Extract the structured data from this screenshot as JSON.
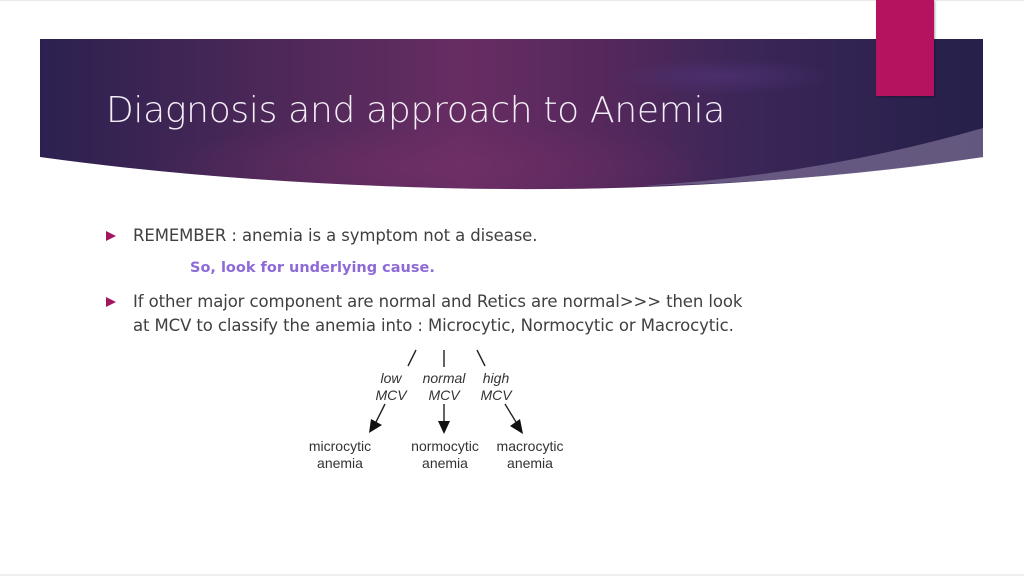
{
  "slide": {
    "title": "Diagnosis and approach to Anemia",
    "colors": {
      "accent": "#b5135f",
      "bullet": "#a3175e",
      "highlight": "#8e6ad7",
      "banner_dark": "#2a2150",
      "banner_mid": "#6a2c66",
      "body_text": "#404040"
    },
    "bullets": [
      {
        "text": "REMEMBER : anemia is a symptom not a disease."
      },
      {
        "line1": "If other major component are normal and Retics are normal>>> then look",
        "line2": "at MCV to classify the anemia into : Microcytic, Normocytic or Macrocytic."
      }
    ],
    "sub_note": "So, look for underlying cause."
  },
  "diagram": {
    "branches": [
      {
        "label_line1": "low",
        "label_line2": "MCV",
        "result_line1": "microcytic",
        "result_line2": "anemia"
      },
      {
        "label_line1": "normal",
        "label_line2": "MCV",
        "result_line1": "normocytic",
        "result_line2": "anemia"
      },
      {
        "label_line1": "high",
        "label_line2": "MCV",
        "result_line1": "macrocytic",
        "result_line2": "anemia"
      }
    ]
  }
}
